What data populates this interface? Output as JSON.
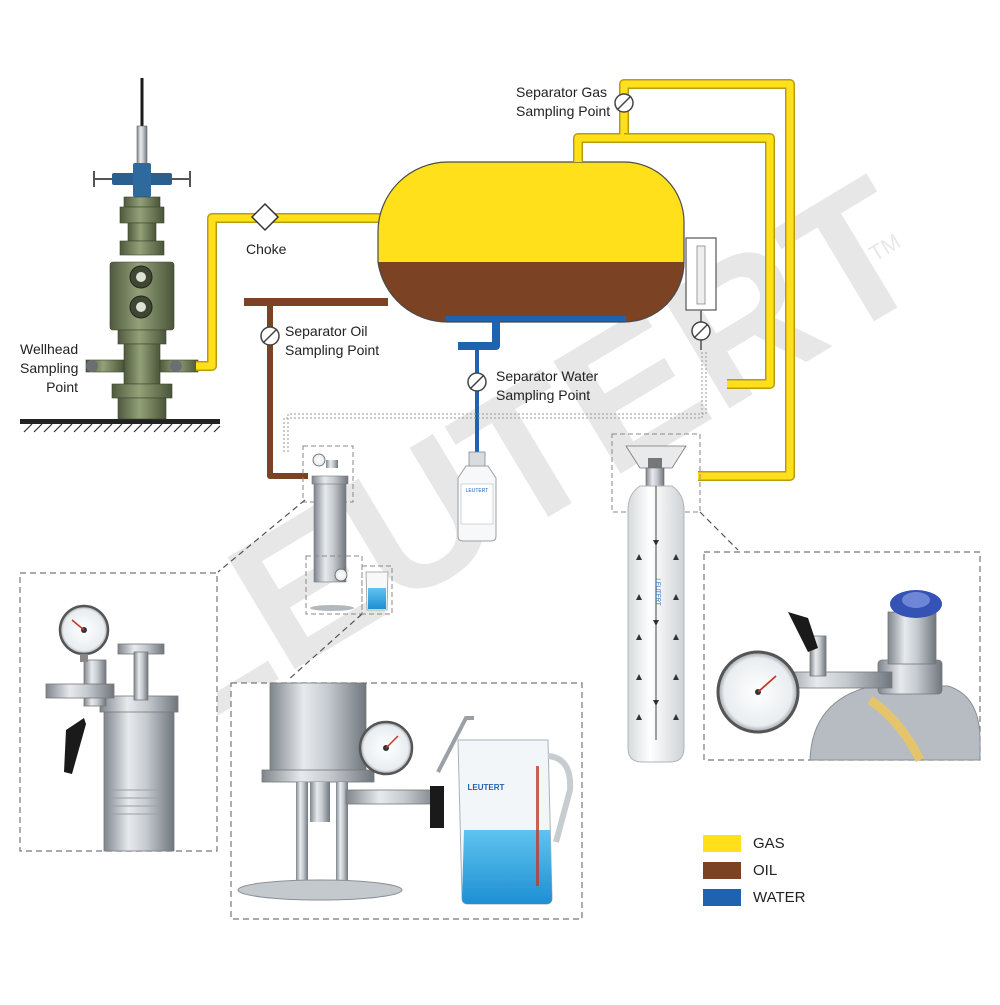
{
  "labels": {
    "wellhead": [
      "Wellhead",
      "Sampling",
      "Point"
    ],
    "choke": "Choke",
    "separator_gas": [
      "Separator Gas",
      "Sampling Point"
    ],
    "separator_oil": [
      "Separator Oil",
      "Sampling Point"
    ],
    "separator_water": [
      "Separator Water",
      "Sampling Point"
    ]
  },
  "brand": {
    "watermark": "LEUTERT",
    "trademark": "TM",
    "bottle_logo": "LEUTERT",
    "cylinder_logo": "LEUTERT",
    "beaker_logo": "LEUTERT"
  },
  "legend": [
    {
      "label": "GAS",
      "color": "#ffe01b"
    },
    {
      "label": "OIL",
      "color": "#7b4223"
    },
    {
      "label": "WATER",
      "color": "#1f63b0"
    }
  ],
  "colors": {
    "gas": "#ffe01b",
    "oil": "#7b4223",
    "water": "#1f63b0",
    "steel": "#b9bec4",
    "wellhead_green": "#6f7d59",
    "valve_blue": "#2b5f8f"
  }
}
